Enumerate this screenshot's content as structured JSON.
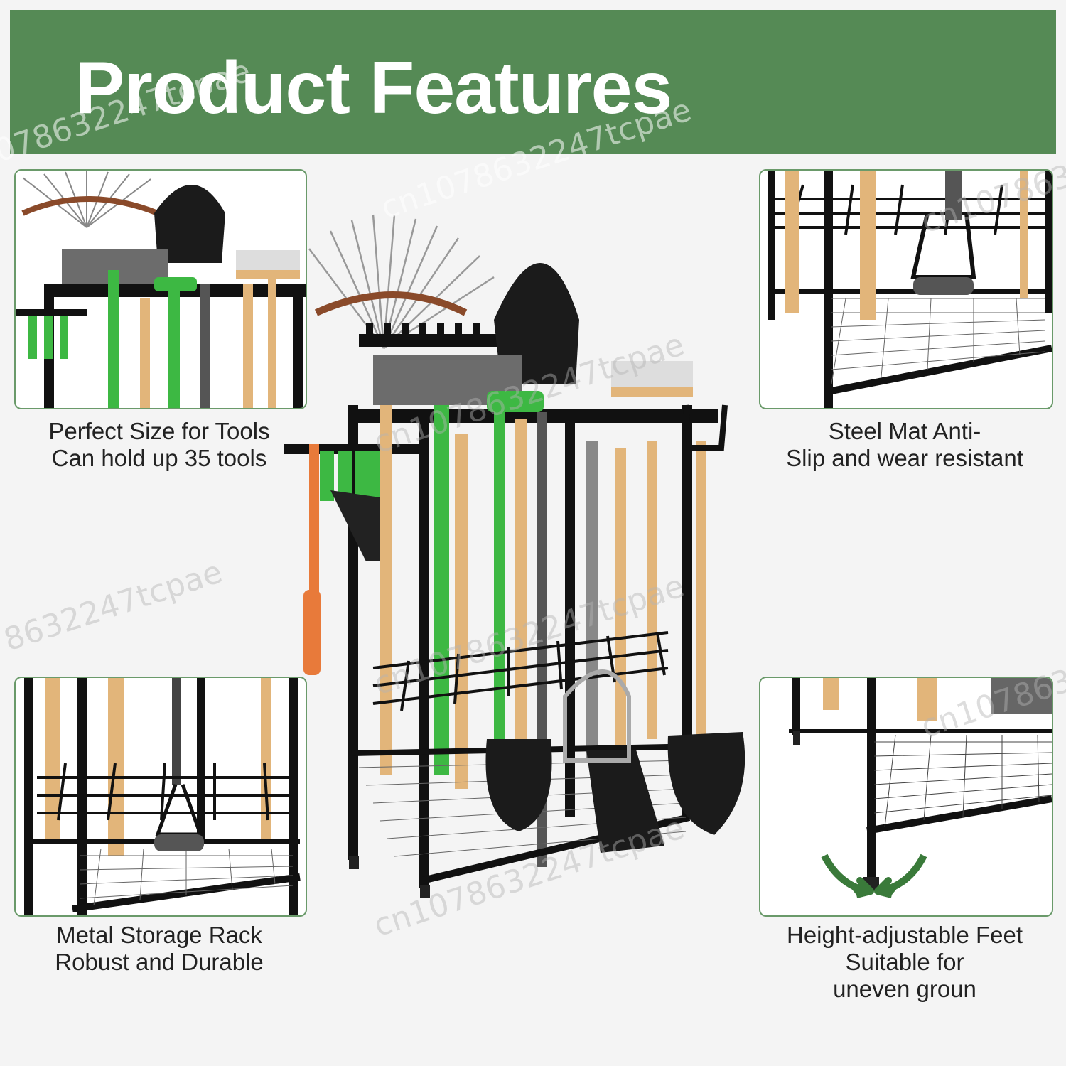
{
  "header": {
    "title": "Product Features",
    "color": "#558a55"
  },
  "panels": {
    "top_left": {
      "caption_line1": "Perfect Size for Tools",
      "caption_line2": "Can hold up 35 tools"
    },
    "top_right": {
      "caption_line1": "Steel Mat Anti-",
      "caption_line2": "Slip and wear resistant"
    },
    "bottom_left": {
      "caption_line1": "Metal Storage Rack",
      "caption_line2": "Robust and Durable"
    },
    "bottom_right": {
      "caption_line1": "Height-adjustable Feet",
      "caption_line2": "Suitable for",
      "caption_line3": "uneven groun"
    }
  },
  "watermark": "cn1078632247tcpae",
  "colors": {
    "accent_green": "#3db843",
    "frame": "#111111",
    "wood": "#e2b57a",
    "border": "#6a9a6a"
  }
}
